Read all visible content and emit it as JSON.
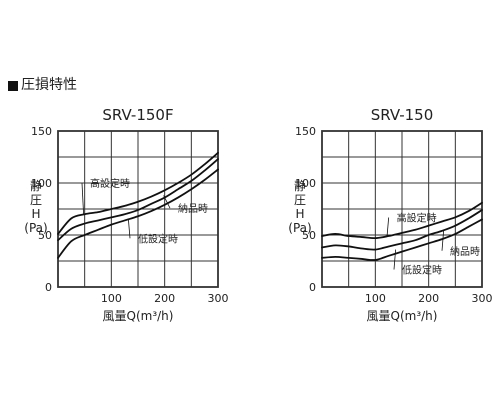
{
  "section": {
    "label": "圧損特性"
  },
  "chart_data": [
    {
      "type": "line",
      "title": "SRV-150F",
      "xlabel": "風量Q(m³/h)",
      "ylabel": "静\n圧\nH\n(Pa)",
      "xlim": [
        0,
        300
      ],
      "ylim": [
        0,
        150
      ],
      "xticks": [
        100,
        200,
        300
      ],
      "yticks": [
        0,
        50,
        100,
        150
      ],
      "grid": true,
      "series": [
        {
          "name": "高設定時",
          "x": [
            0,
            25,
            50,
            75,
            100,
            125,
            150,
            175,
            200,
            225,
            250,
            275,
            300
          ],
          "values": [
            51,
            66,
            70,
            72,
            75,
            78,
            82,
            87,
            93,
            100,
            108,
            118,
            129
          ]
        },
        {
          "name": "納品時",
          "x": [
            0,
            25,
            50,
            75,
            100,
            125,
            150,
            175,
            200,
            225,
            250,
            275,
            300
          ],
          "values": [
            45,
            56,
            61,
            64,
            67,
            70,
            74,
            80,
            86,
            94,
            102,
            112,
            123
          ]
        },
        {
          "name": "低設定時",
          "x": [
            0,
            25,
            50,
            75,
            100,
            125,
            150,
            175,
            200,
            225,
            250,
            275,
            300
          ],
          "values": [
            28,
            44,
            50,
            55,
            60,
            64,
            68,
            73,
            79,
            86,
            94,
            103,
            113
          ]
        }
      ],
      "annotations": [
        {
          "text": "高設定時",
          "x": 60,
          "y": 96,
          "point_x": 48,
          "point_y": 70
        },
        {
          "text": "納品時",
          "x": 225,
          "y": 72,
          "point_x": 198,
          "point_y": 88
        },
        {
          "text": "低設定時",
          "x": 150,
          "y": 43,
          "point_x": 132,
          "point_y": 65
        }
      ]
    },
    {
      "type": "line",
      "title": "SRV-150",
      "xlabel": "風量Q(m³/h)",
      "ylabel": "静\n圧\nH\n(Pa)",
      "xlim": [
        0,
        300
      ],
      "ylim": [
        0,
        150
      ],
      "xticks": [
        100,
        200,
        300
      ],
      "yticks": [
        0,
        50,
        100,
        150
      ],
      "grid": true,
      "series": [
        {
          "name": "高設定時",
          "x": [
            0,
            25,
            50,
            75,
            100,
            125,
            150,
            175,
            200,
            225,
            250,
            275,
            300
          ],
          "values": [
            49,
            51,
            49,
            48,
            47,
            49,
            52,
            55,
            59,
            63,
            67,
            73,
            81
          ]
        },
        {
          "name": "納品時",
          "x": [
            0,
            25,
            50,
            75,
            100,
            125,
            150,
            175,
            200,
            225,
            250,
            275,
            300
          ],
          "values": [
            38,
            40,
            39,
            37,
            36,
            39,
            42,
            45,
            50,
            54,
            59,
            66,
            74
          ]
        },
        {
          "name": "低設定時",
          "x": [
            0,
            25,
            50,
            75,
            100,
            125,
            150,
            175,
            200,
            225,
            250,
            275,
            300
          ],
          "values": [
            28,
            29,
            28,
            27,
            26,
            30,
            34,
            38,
            42,
            46,
            51,
            58,
            65
          ]
        }
      ],
      "annotations": [
        {
          "text": "高設定時",
          "x": 140,
          "y": 63,
          "point_x": 122,
          "point_y": 49
        },
        {
          "text": "納品時",
          "x": 240,
          "y": 31,
          "point_x": 228,
          "point_y": 54
        },
        {
          "text": "低設定時",
          "x": 150,
          "y": 13,
          "point_x": 138,
          "point_y": 36
        }
      ]
    }
  ],
  "colors": {
    "line": "#111111",
    "grid": "#333333",
    "text": "#222222"
  }
}
